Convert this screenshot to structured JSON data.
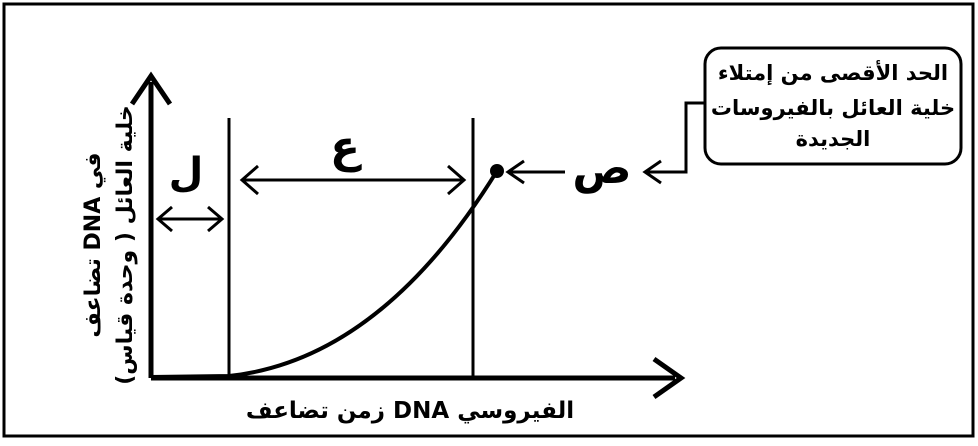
{
  "diagram": {
    "y_axis_label_line1": "تضاعف DNA في",
    "y_axis_label_line2": "خلية العائل ( وحدة قياس)",
    "x_axis_label": "زمن تضاعف DNA الفيروسي",
    "phase_l_label": "ل",
    "phase_e_label": "ع",
    "point_label": "ص",
    "callout": {
      "line1": "الحد الأقصى من إمتلاء",
      "line2": "خلية العائل بالفيروسات",
      "line3": "الجديدة"
    }
  },
  "colors": {
    "ink": "#000000",
    "background": "#ffffff"
  }
}
